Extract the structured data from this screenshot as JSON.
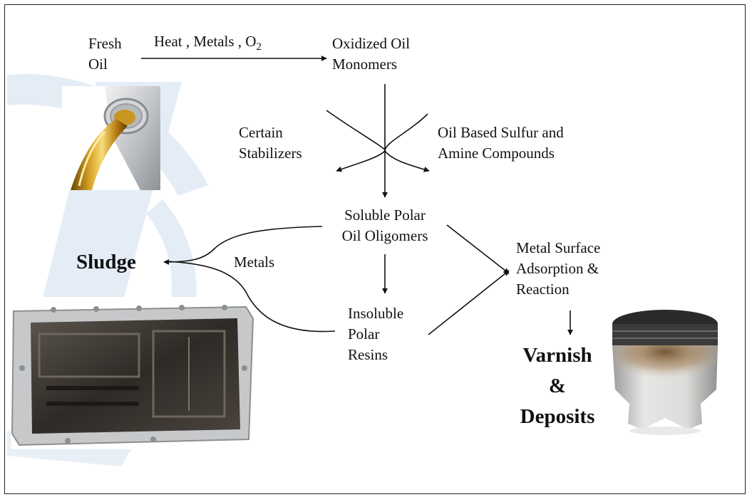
{
  "diagram": {
    "fresh_oil": [
      "Fresh",
      "Oil"
    ],
    "reagents": {
      "prefix": "Heat , Metals , O",
      "subscript": "2"
    },
    "oxidized_monomers": [
      "Oxidized Oil",
      "Monomers"
    ],
    "certain_stabilizers": [
      "Certain",
      "Stabilizers"
    ],
    "sulfur_amine": [
      "Oil Based Sulfur and",
      "Amine Compounds"
    ],
    "soluble_oligomers": [
      "Soluble Polar",
      "Oil Oligomers"
    ],
    "metals_label": "Metals",
    "sludge": "Sludge",
    "insoluble_resins": [
      "Insoluble",
      "Polar",
      "Resins"
    ],
    "metal_surface": [
      "Metal Surface",
      "Adsorption &",
      "Reaction"
    ],
    "varnish": [
      "Varnish",
      "&",
      "Deposits"
    ]
  },
  "images": {
    "oil_pour": "oil-pouring-photo",
    "oil_pan": "oil-pan-photo",
    "piston": "piston-photo"
  },
  "colors": {
    "watermark": "#e4edf6",
    "oil_gold": "#c8951c",
    "pan_dark": "#3a3530",
    "piston_grey": "#cfd0cf"
  }
}
